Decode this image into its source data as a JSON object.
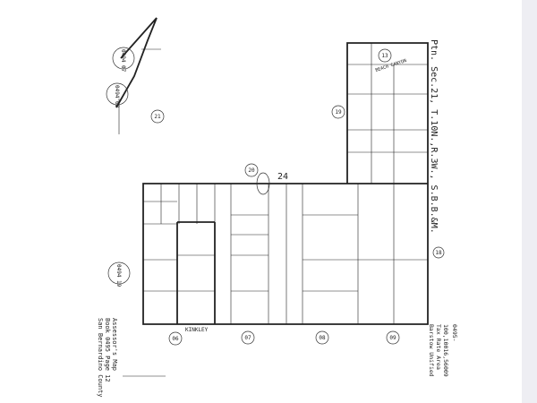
{
  "map": {
    "title": "Ptn. Sec.21, T.10N.,R.3W., S.B.B.&M.",
    "book_label": "Assessor's Map",
    "book_page": "Book 0495 Page 12",
    "county": "San Bernardino County",
    "district": "Barstow Unified",
    "tax_rate_label": "Tax Rate Area",
    "tax_rate_codes": "100,10016,56009",
    "page_code": "0495-",
    "street_bottom": "KINKLEY",
    "street_top": "BEACH CANYON",
    "adjacent_pages": [
      "0494 07",
      "0494 08",
      "0494 19"
    ],
    "adjacent_blocks": [
      "13",
      "19",
      "20",
      "21",
      "18",
      "06",
      "07",
      "08",
      "09"
    ],
    "sheet_number": "24",
    "line_color": "#222222",
    "background_color": "#ffffff"
  }
}
